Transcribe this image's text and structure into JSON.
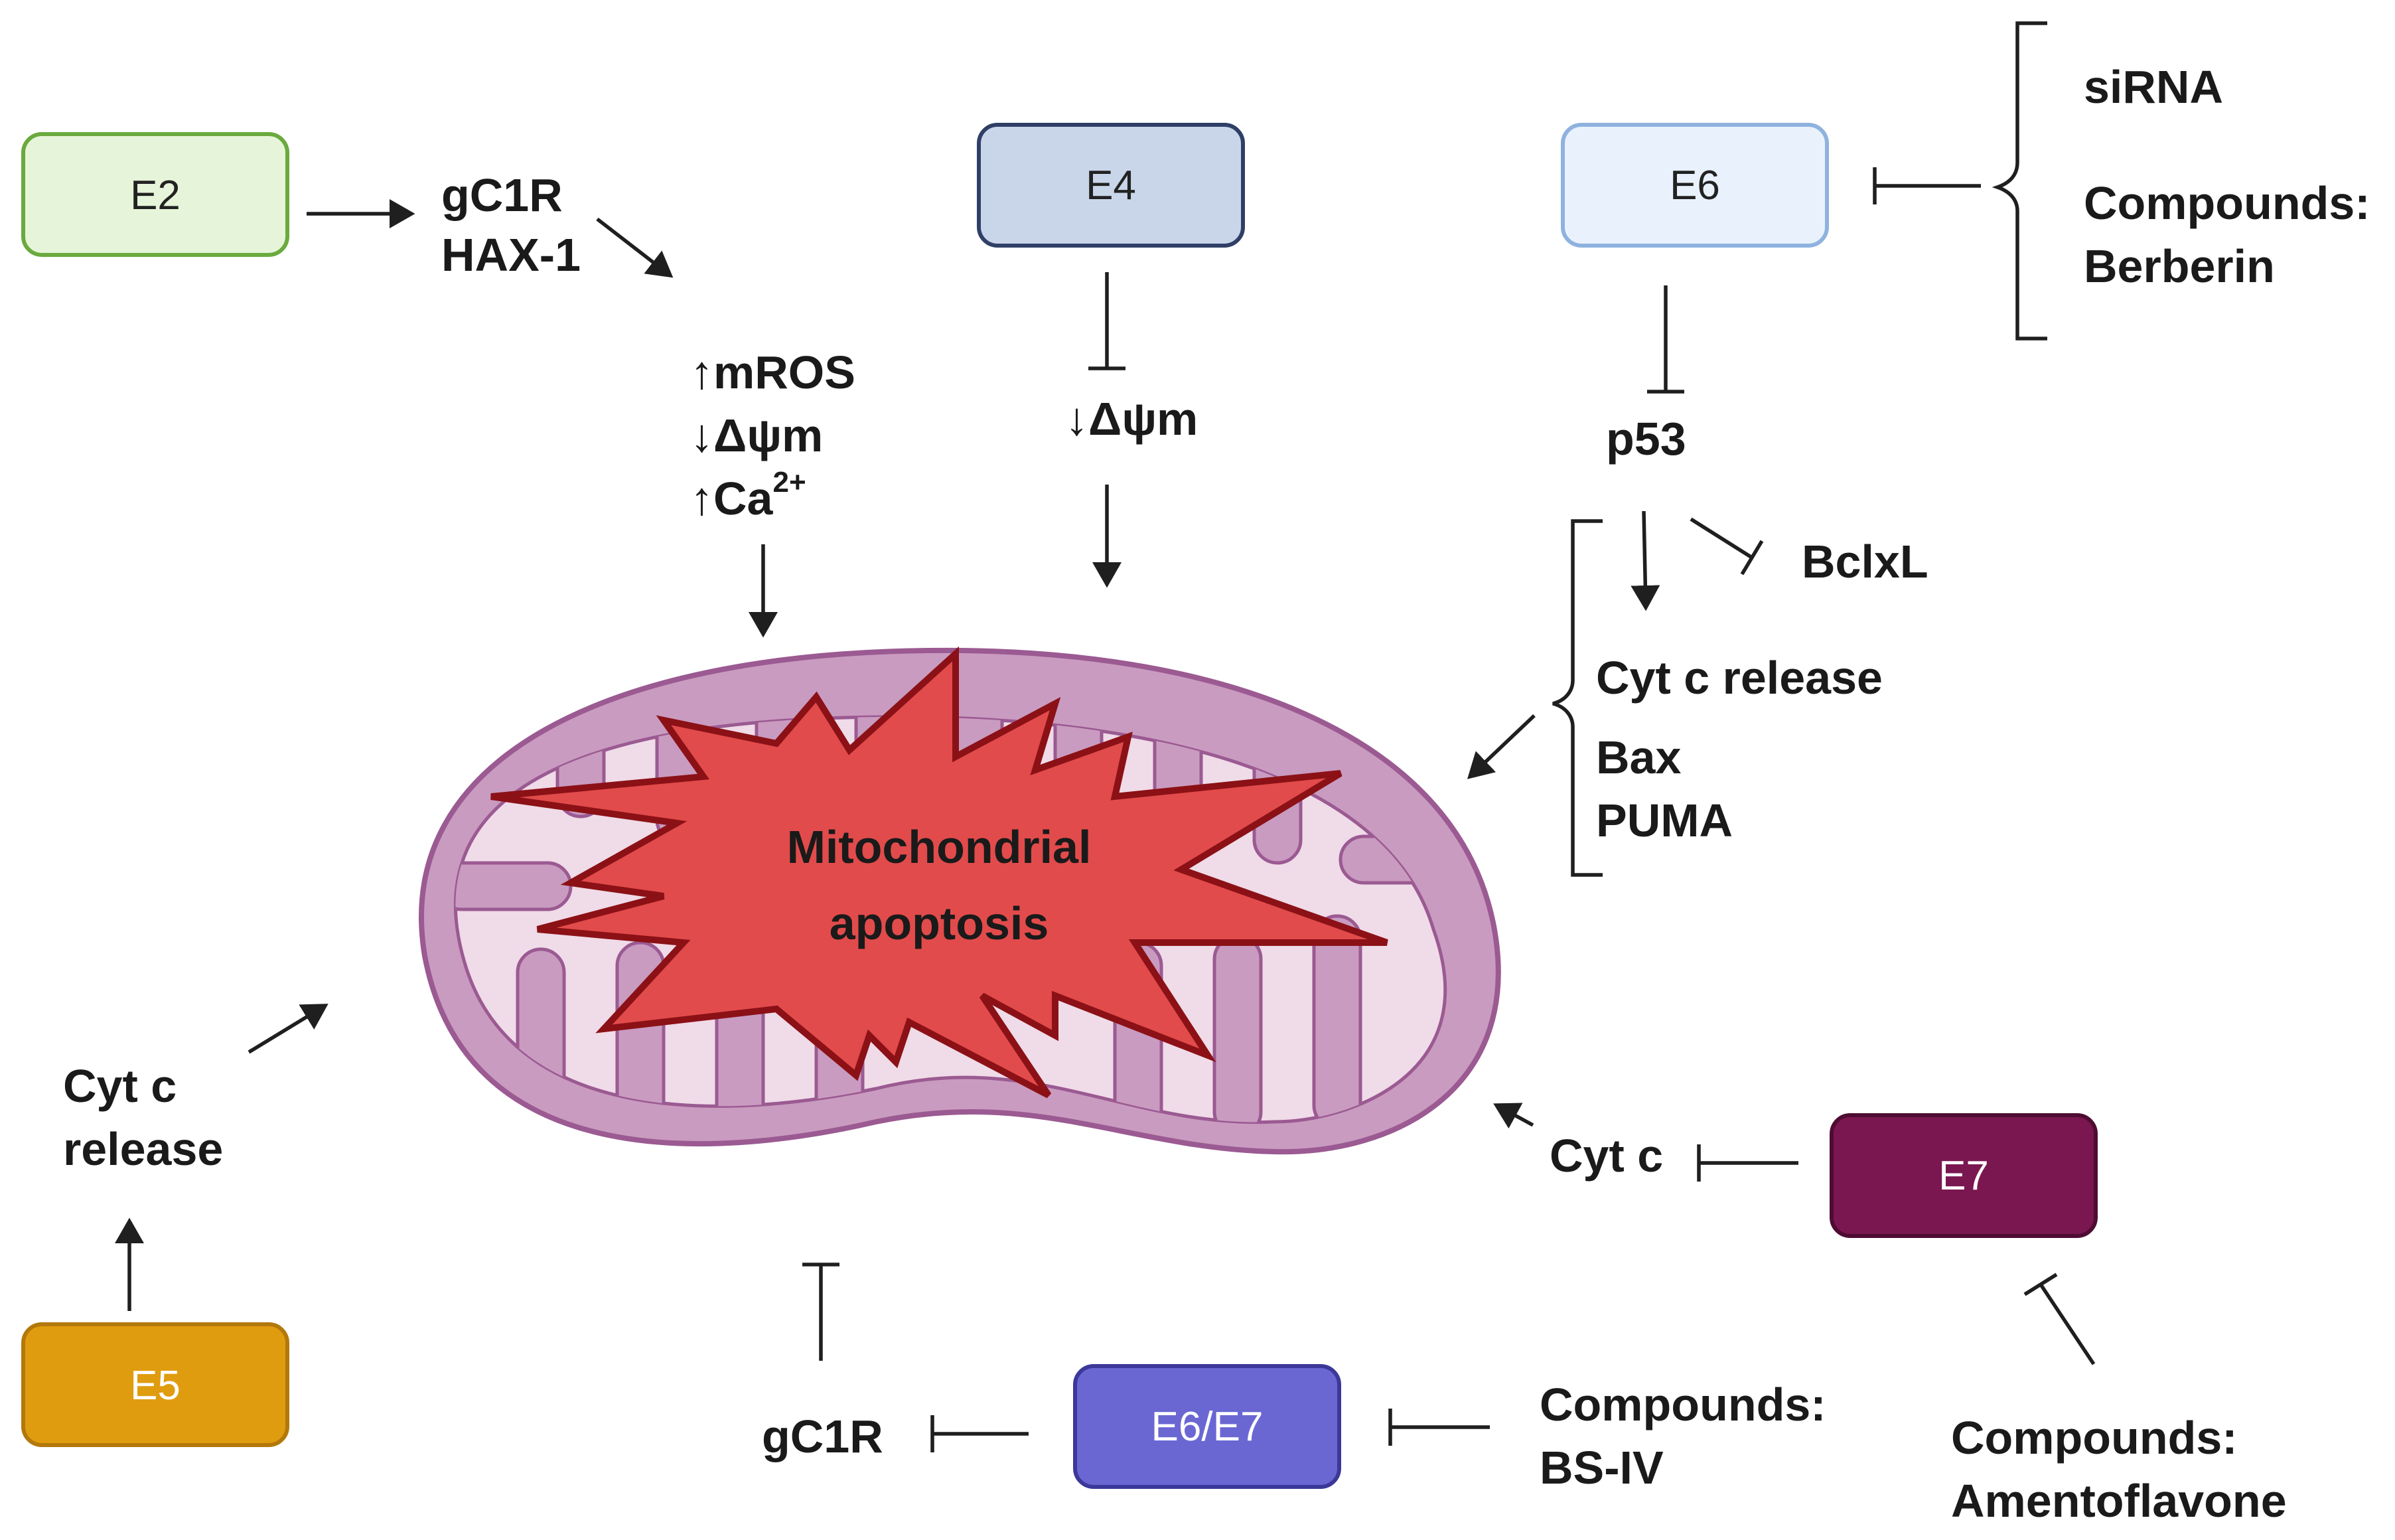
{
  "boxes": {
    "e2": "E2",
    "e4": "E4",
    "e6": "E6",
    "e5": "E5",
    "e6e7": "E6/E7",
    "e7": "E7"
  },
  "labels": {
    "gc1r_top": "gC1R",
    "hax1": "HAX-1",
    "up_mros": "↑mROS",
    "down_dpsi_left": "↓Δψm",
    "up_ca": "↑Ca",
    "ca_sup": "2+",
    "down_dpsi_mid": "↓Δψm",
    "sirna": "siRNA",
    "compounds_e6": "Compounds:",
    "berberin": "Berberin",
    "p53": "p53",
    "bclxl": "BclxL",
    "cyt_c_release_right": "Cyt c release",
    "bax": "Bax",
    "puma": "PUMA",
    "cytc_left_1": "Cyt c",
    "cytc_left_2": "release",
    "cytc_right": "Cyt c",
    "gc1r_bottom": "gC1R",
    "compounds_bsiv": "Compounds:",
    "bsiv": "BS-IV",
    "compounds_amento": "Compounds:",
    "amentoflavone": "Amentoflavone"
  },
  "center": {
    "line1": "Mitochondrial",
    "line2": "apoptosis"
  },
  "colors": {
    "e2_fill": "#e6f5d9",
    "e2_stroke": "#6aaa3e",
    "e4_fill": "#c9d6ea",
    "e4_stroke": "#2f3f66",
    "e6_fill": "#e9f2fc",
    "e6_stroke": "#8fb2de",
    "e5_fill": "#e09c0f",
    "e5_stroke": "#b3780a",
    "e6e7_fill": "#6a67d3",
    "e6e7_stroke": "#3b3899",
    "e7_fill": "#7a1750",
    "e7_stroke": "#4f0c33",
    "mito_outer": "#c99bc0",
    "mito_inner": "#f0dbe8",
    "star_fill": "#e24b4b",
    "star_stroke": "#8b1116"
  }
}
